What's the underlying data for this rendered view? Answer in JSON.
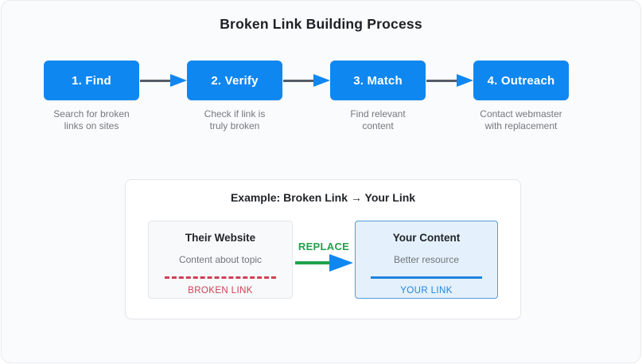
{
  "title": "Broken Link Building Process",
  "steps": [
    {
      "label": "1. Find",
      "desc_line1": "Search for broken",
      "desc_line2": "links on sites"
    },
    {
      "label": "2. Verify",
      "desc_line1": "Check if link is",
      "desc_line2": "truly broken"
    },
    {
      "label": "3. Match",
      "desc_line1": "Find relevant",
      "desc_line2": "content"
    },
    {
      "label": "4. Outreach",
      "desc_line1": "Contact webmaster",
      "desc_line2": "with replacement"
    }
  ],
  "example": {
    "title": "Example: Broken Link → Your Link",
    "before_card": {
      "title": "Their Website",
      "content": "Content about topic",
      "link_label": "BROKEN LINK"
    },
    "replace_label": "REPLACE",
    "after_card": {
      "title": "Your Content",
      "content": "Better resource",
      "link_label": "YOUR LINK"
    }
  },
  "colors": {
    "step_blue": "#0f87f0",
    "connector_gray": "#545d66",
    "replace_green": "#21a24c",
    "broken_red": "#cf4055",
    "link_blue": "#1e82de",
    "card_after_border": "#559bd9",
    "card_after_bg": "#e4f0fb"
  }
}
